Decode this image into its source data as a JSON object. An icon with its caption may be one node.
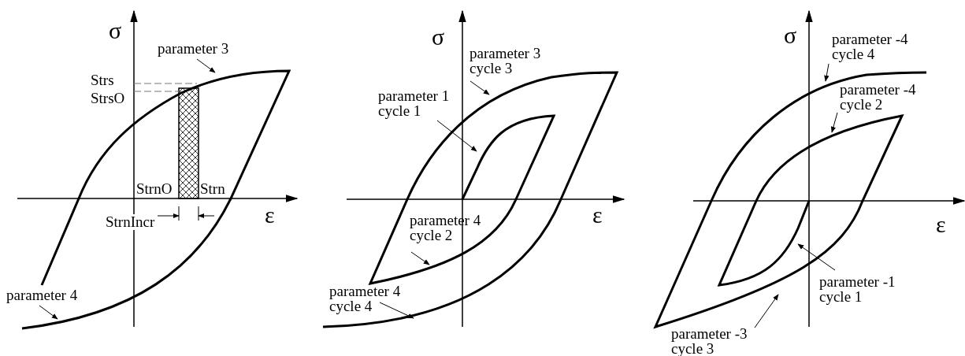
{
  "diagram": {
    "nodes": [
      {
        "text": [
          "parameter 3"
        ]
      },
      {
        "text": [
          "parameter 4"
        ]
      },
      {
        "text": [
          "parameter 3 cycle 3"
        ]
      },
      {
        "text": [
          "parameter 1 cycle 1"
        ]
      },
      {
        "text": [
          "parameter 4 cycle 2"
        ]
      },
      {
        "text": [
          "parameter 4 cycle 4"
        ]
      },
      {
        "text": [
          "parameter -4 cycle 4"
        ]
      },
      {
        "text": [
          "parameter -4 cycle 2"
        ]
      },
      {
        "text": [
          "parameter -1 cycle 1"
        ]
      },
      {
        "text": [
          "parameter -3 cycle 3"
        ]
      }
    ],
    "edges": [
      {
        "from": 0,
        "to": null,
        "arrow": "to"
      },
      {
        "from": 1,
        "to": null,
        "arrow": "to"
      },
      {
        "from": 2,
        "to": null,
        "arrow": "to"
      },
      {
        "from": 3,
        "to": null,
        "arrow": "to"
      },
      {
        "from": 4,
        "to": null,
        "arrow": "to"
      },
      {
        "from": 5,
        "to": null,
        "arrow": "to"
      },
      {
        "from": 6,
        "to": null,
        "arrow": "to"
      },
      {
        "from": 7,
        "to": null,
        "arrow": "to"
      },
      {
        "from": 8,
        "to": null,
        "arrow": "to"
      },
      {
        "from": 9,
        "to": null,
        "arrow": "to"
      }
    ],
    "labels": [
      "σ",
      "Strs",
      "StrsO",
      "StrnO",
      "Strn",
      "ε",
      "StrnIncr",
      "σ",
      "ε",
      "σ",
      "ε"
    ]
  }
}
